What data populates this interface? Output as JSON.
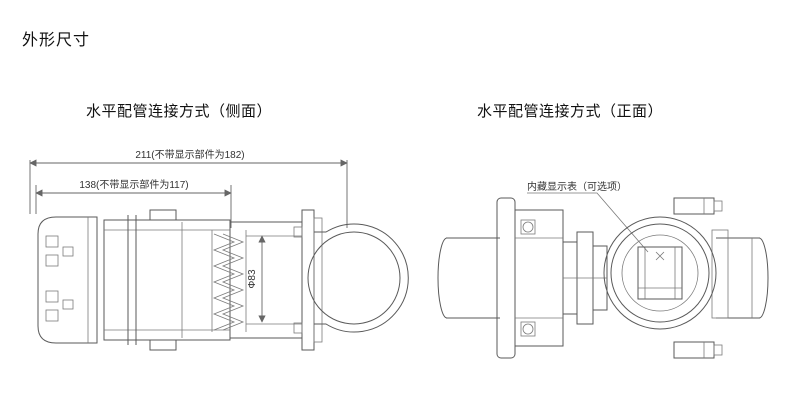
{
  "page": {
    "title": "外形尺寸"
  },
  "side_view": {
    "caption": "水平配管连接方式（侧面）",
    "dims": {
      "overall_length": "211(不带显示部件为182)",
      "body_length": "138(不带显示部件为117)",
      "pipe_diameter": "Φ83"
    }
  },
  "front_view": {
    "caption": "水平配管连接方式（正面）",
    "display_label": "内藏显示表（可选项）"
  },
  "colors": {
    "line": "#5a5a5a",
    "text": "#333333",
    "background": "#ffffff"
  }
}
